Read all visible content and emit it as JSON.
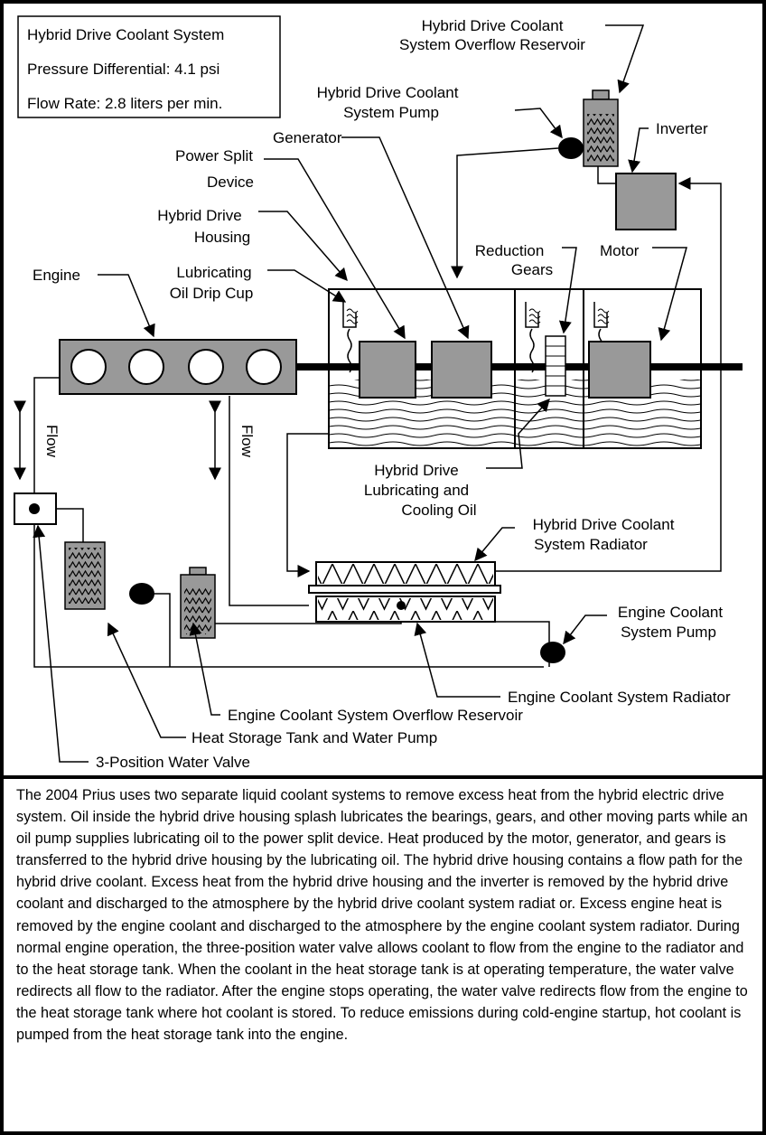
{
  "info_box": {
    "title": "Hybrid Drive Coolant System",
    "pressure": "Pressure Differential: 4.1 psi",
    "flow": "Flow Rate: 2.8 liters per min."
  },
  "labels": {
    "overflow_reservoir_hd": [
      "Hybrid Drive Coolant",
      "System Overflow Reservoir"
    ],
    "pump_hd": [
      "Hybrid Drive Coolant",
      "System Pump"
    ],
    "generator": "Generator",
    "inverter": "Inverter",
    "power_split": [
      "Power Split",
      "Device"
    ],
    "housing": [
      "Hybrid Drive",
      "Housing"
    ],
    "reduction_gears": [
      "Reduction",
      "Gears"
    ],
    "motor": "Motor",
    "engine": "Engine",
    "drip_cup": [
      "Lubricating",
      "Oil Drip Cup"
    ],
    "flow_left": "Flow",
    "flow_right": "Flow",
    "lube_oil": [
      "Hybrid Drive",
      "Lubricating and",
      "Cooling Oil"
    ],
    "hd_radiator": [
      "Hybrid Drive Coolant",
      "System Radiator"
    ],
    "eng_pump": [
      "Engine Coolant",
      "System Pump"
    ],
    "eng_radiator": "Engine  Coolant System Radiator",
    "eng_reservoir": "Engine  Coolant System Overflow Reservoir",
    "heat_tank": "Heat Storage Tank and Water Pump",
    "water_valve": "3-Position Water Valve"
  },
  "description": "The 2004 Prius uses two separate liquid coolant systems to remove excess heat from the hybrid electric drive system.  Oil inside the hybrid drive housing splash lubricates the bearings, gears, and other moving parts while an oil pump supplies lubricating oil to the power split device.  Heat produced by the motor, generator, and gears is transferred to the hybrid drive housing by the lubricating oil.  The hybrid drive housing contains a flow path for the hybrid drive coolant.  Excess heat from the hybrid drive housing and the inverter is removed by the hybrid drive coolant and discharged to the atmosphere by the hybrid drive coolant system radiat or.  Excess engine heat is removed by the engine coolant and discharged to the atmosphere by the engine coolant system radiator.  During normal engine operation, the three-position water valve allows coolant to flow from the engine to the radiator and to the heat storage tank.  When the coolant in the heat storage tank is at operating temperature, the water valve redirects all flow to the radiator.  After the engine stops operating, the water valve redirects flow from the engine to the heat storage tank where hot coolant is stored.  To reduce emissions during cold-engine startup, hot coolant is pumped from the heat storage tank into the engine."
}
